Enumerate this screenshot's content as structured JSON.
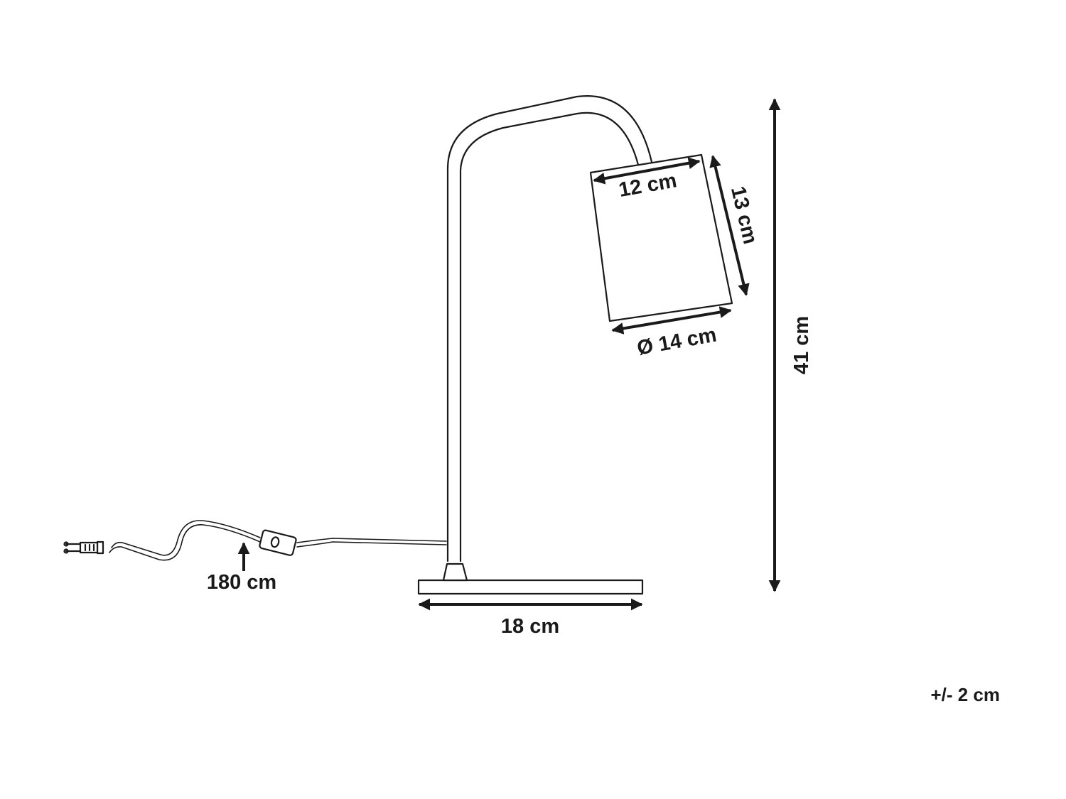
{
  "labels": {
    "shade_top_width": "12 cm",
    "shade_height": "13 cm",
    "shade_diameter": "Ø 14 cm",
    "total_height": "41 cm",
    "base_width": "18 cm",
    "cable_length": "180 cm",
    "tolerance": "+/- 2 cm"
  }
}
